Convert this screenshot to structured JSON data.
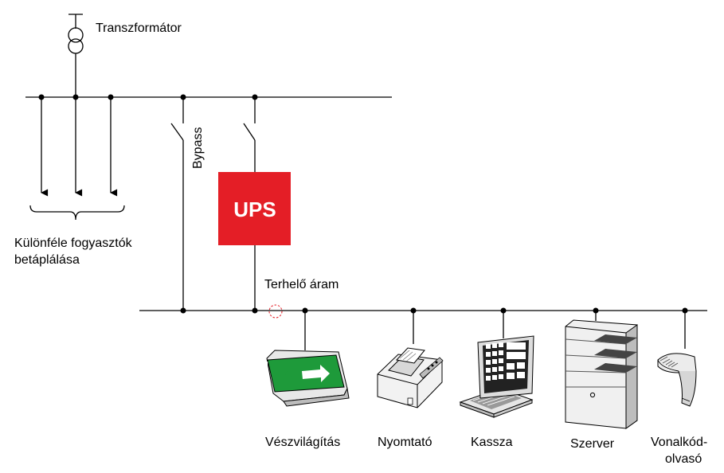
{
  "labels": {
    "transformer": "Transzformátor",
    "consumers_line1": "Különféle fogyasztók",
    "consumers_line2": "betáplálása",
    "bypass": "Bypass",
    "ups": "UPS",
    "load_current": "Terhelő áram"
  },
  "devices": [
    {
      "id": "emergency-light",
      "label": "Vészvilágítás",
      "icon": "exit-sign-icon"
    },
    {
      "id": "printer",
      "label": "Nyomtató",
      "icon": "printer-icon"
    },
    {
      "id": "cash-register",
      "label": "Kassza",
      "icon": "cash-register-icon"
    },
    {
      "id": "server",
      "label": "Szerver",
      "icon": "server-icon"
    },
    {
      "id": "barcode-reader",
      "label": "Vonalkód-",
      "label2": "olvasó",
      "icon": "barcode-scanner-icon"
    }
  ],
  "colors": {
    "ups": "#e41e26",
    "exit_sign": "#1e9a3a",
    "measurement_marker": "#e41e26",
    "line": "#000000"
  }
}
